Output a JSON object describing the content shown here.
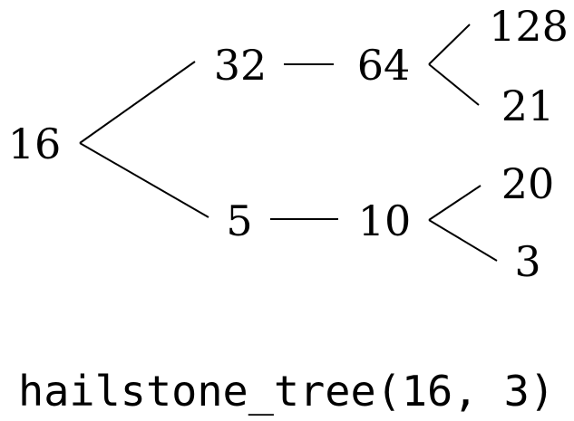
{
  "tree": {
    "root": "16",
    "level1": [
      "32",
      "5"
    ],
    "level2": [
      "64",
      "10"
    ],
    "level3": [
      "128",
      "21",
      "20",
      "3"
    ]
  },
  "caption": "hailstone_tree(16, 3)"
}
